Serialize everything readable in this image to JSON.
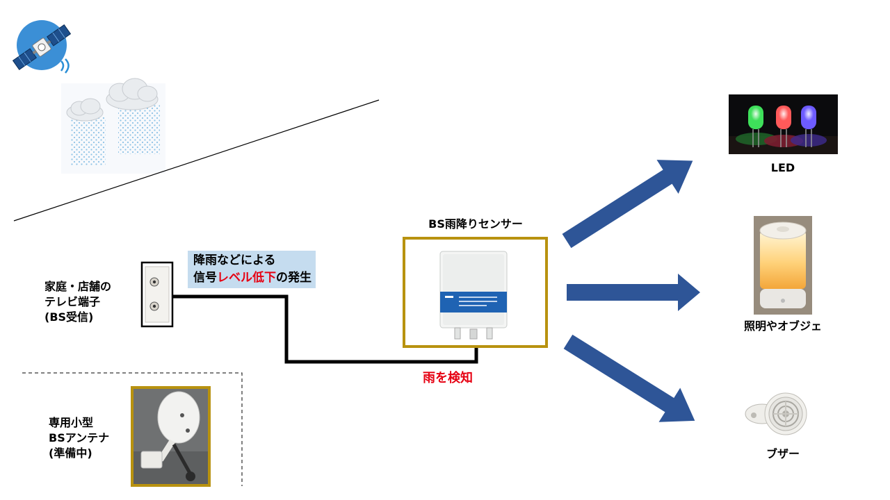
{
  "labels": {
    "outlet": [
      "家庭・店舗の",
      "テレビ端子",
      "(BS受信)"
    ],
    "antenna": [
      "専用小型",
      "BSアンテナ",
      "(準備中)"
    ],
    "sensor_title": "BS雨降りセンサー",
    "detect": "雨を検知",
    "led": "LED",
    "lamp": "照明やオブジェ",
    "buzzer": "ブザー"
  },
  "callout": {
    "line1": "降雨などによる",
    "line2_pre": "信号",
    "line2_red": "レベル低下",
    "line2_post": "の発生"
  },
  "colors": {
    "arrow": "#2e5597",
    "frame": "#b8920f",
    "callout_bg": "#c5dcef",
    "highlight": "#e60012"
  }
}
